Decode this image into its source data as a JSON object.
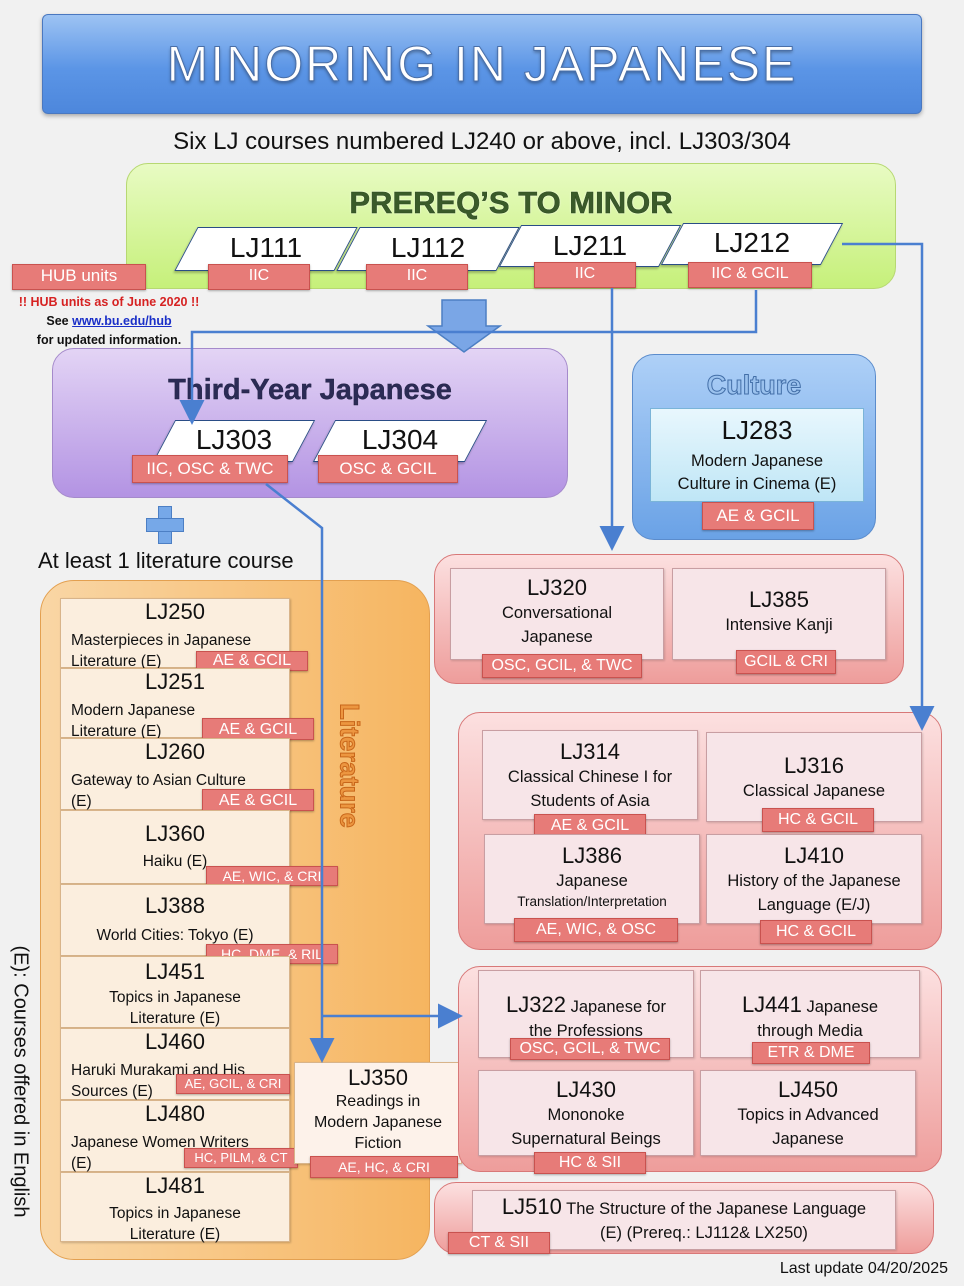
{
  "title": "MINORING IN JAPANESE",
  "subtitle": "Six LJ courses numbered LJ240 or above, incl. LJ303/304",
  "prereq": {
    "title": "PREREQ’S TO MINOR",
    "courses": [
      {
        "code": "LJ111",
        "hub": "IIC"
      },
      {
        "code": "LJ112",
        "hub": "IIC"
      },
      {
        "code": "LJ211",
        "hub": "IIC"
      },
      {
        "code": "LJ212",
        "hub": "IIC & GCIL"
      }
    ]
  },
  "hub_units": {
    "label": "HUB units",
    "warning": "!! HUB units as of June 2020 !!",
    "see": "See",
    "link": "www.bu.edu/hub",
    "after": "for updated information."
  },
  "third_year": {
    "title": "Third-Year Japanese",
    "courses": [
      {
        "code": "LJ303",
        "hub": "IIC, OSC & TWC"
      },
      {
        "code": "LJ304",
        "hub": "OSC & GCIL"
      }
    ]
  },
  "culture": {
    "title": "Culture",
    "code": "LJ283",
    "desc1": "Modern Japanese",
    "desc2": "Culture in Cinema (E)",
    "hub": "AE & GCIL"
  },
  "literature_note": "At least 1 literature course",
  "literature": {
    "title": "Literature",
    "courses": [
      {
        "code": "LJ250",
        "d1": "Masterpieces in Japanese",
        "d2": "Literature (E)",
        "hub": "AE & GCIL"
      },
      {
        "code": "LJ251",
        "d1": "Modern Japanese",
        "d2": "Literature (E)",
        "hub": "AE & GCIL"
      },
      {
        "code": "LJ260",
        "d1": "Gateway to Asian Culture",
        "d2": "(E)",
        "hub": "AE & GCIL"
      },
      {
        "code": "LJ360",
        "d1": "Haiku (E)",
        "d2": "",
        "hub": "AE, WIC, & CRI"
      },
      {
        "code": "LJ388",
        "d1": "World Cities: Tokyo (E)",
        "d2": "",
        "hub": "HC, DME, & RIL"
      },
      {
        "code": "LJ451",
        "d1": "Topics in Japanese",
        "d2": "Literature (E)",
        "hub": ""
      },
      {
        "code": "LJ460",
        "d1": "Haruki Murakami and His",
        "d2": "Sources (E)",
        "hub": "AE, GCIL, & CRI"
      },
      {
        "code": "LJ480",
        "d1": "Japanese Women Writers",
        "d2": "(E)",
        "hub": "HC, PILM, & CT"
      },
      {
        "code": "LJ481",
        "d1": "Topics in Japanese",
        "d2": "Literature (E)",
        "hub": ""
      }
    ],
    "lj350": {
      "code": "LJ350",
      "d1": "Readings in",
      "d2": "Modern Japanese",
      "d3": "Fiction",
      "hub": "AE, HC, & CRI"
    }
  },
  "group_a": [
    {
      "code": "LJ320",
      "d1": "Conversational",
      "d2": "Japanese",
      "hub": "OSC, GCIL, & TWC"
    },
    {
      "code": "LJ385",
      "d1": "Intensive Kanji",
      "d2": "",
      "hub": "GCIL & CRI"
    }
  ],
  "group_b": [
    {
      "code": "LJ314",
      "d1": "Classical Chinese I for",
      "d2": "Students of Asia",
      "hub": "AE & GCIL"
    },
    {
      "code": "LJ316",
      "d1": "Classical Japanese",
      "d2": "",
      "hub": "HC & GCIL"
    },
    {
      "code": "LJ386",
      "d1": "Japanese",
      "d2": "Translation/Interpretation",
      "hub": "AE, WIC, & OSC"
    },
    {
      "code": "LJ410",
      "d1": "History of the Japanese",
      "d2": "Language (E/J)",
      "hub": "HC & GCIL"
    }
  ],
  "group_c": [
    {
      "code": "LJ322",
      "d1": "Japanese for",
      "d2": "the Professions",
      "hub": "OSC, GCIL, & TWC"
    },
    {
      "code": "LJ441",
      "d1": "Japanese",
      "d2": "through Media",
      "hub": "ETR & DME"
    },
    {
      "code": "LJ430",
      "d1": "Mononoke",
      "d2": "Supernatural Beings",
      "hub": "HC & SII"
    },
    {
      "code": "LJ450",
      "d1": "Topics in Advanced",
      "d2": "Japanese",
      "hub": ""
    }
  ],
  "lj510": {
    "code": "LJ510",
    "d1": "The Structure of the Japanese Language",
    "d2": "(E) (Prereq.: LJ112& LX250)",
    "hub": "CT  & SII"
  },
  "side_note": "(E): Courses offered in English",
  "footer": "Last update 04/20/2025",
  "colors": {
    "title_blue": "#5b95e6",
    "prereq_green": "#c6f07a",
    "third_purple": "#b393e3",
    "culture_blue": "#6aa2e6",
    "literature_orange": "#f6b560",
    "hub_tag_red": "#e77b78",
    "arrow_blue": "#4a7fd0"
  }
}
